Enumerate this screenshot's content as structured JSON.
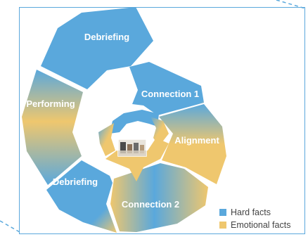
{
  "diagram": {
    "segments": [
      {
        "key": "debriefing_top",
        "label": "Debriefing"
      },
      {
        "key": "performing",
        "label": "Performing"
      },
      {
        "key": "debriefing_bottom",
        "label": "Debriefing"
      },
      {
        "key": "connection2",
        "label": "Connection 2"
      },
      {
        "key": "alignment",
        "label": "Alignment"
      },
      {
        "key": "connection1",
        "label": "Connection 1"
      }
    ],
    "center_image": "team-meeting-photo"
  },
  "legend": {
    "items": [
      {
        "label": "Hard facts",
        "color": "#5aa8dc"
      },
      {
        "label": "Emotional facts",
        "color": "#efc76e"
      }
    ]
  },
  "colors": {
    "blue": "#5aa8dc",
    "yellow": "#efc76e",
    "frame": "#5aa8dc"
  }
}
